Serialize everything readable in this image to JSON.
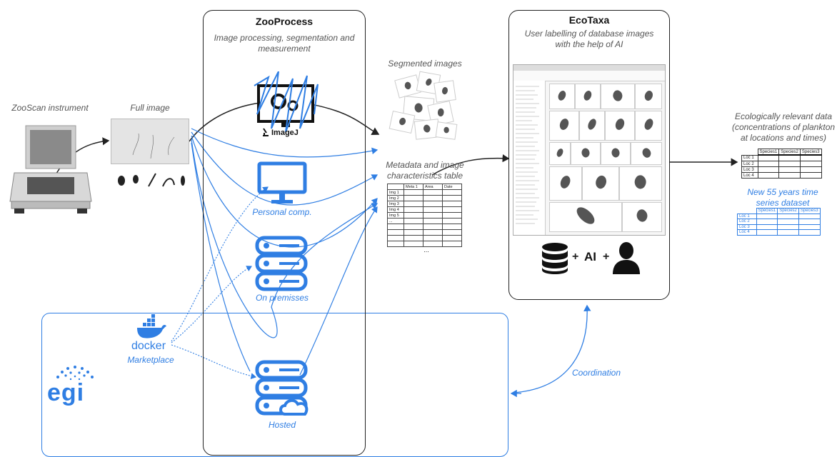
{
  "zoo_process": {
    "title": "ZooProcess",
    "subtitle": "Image processing, segmentation and measurement",
    "imagej_label": "ImageJ",
    "personal_label": "Personal comp.",
    "premises_label": "On premisses",
    "hosted_label": "Hosted"
  },
  "instrument": {
    "label": "ZooScan instrument"
  },
  "full_image": {
    "label": "Full image"
  },
  "segmented": {
    "label": "Segmented images"
  },
  "metadata": {
    "label": "Metadata and image characteristics table",
    "headers": [
      "",
      "Meta 1",
      "Area",
      "Date"
    ],
    "rows": [
      "Img 1",
      "Img 2",
      "Img 3",
      "Img 4",
      "Img 5",
      "...",
      "",
      "",
      "",
      ""
    ],
    "ellipsis": "..."
  },
  "ecotaxa": {
    "title": "EcoTaxa",
    "subtitle": "User labelling of database images with the help of AI",
    "ai_label": "AI",
    "plus": "+"
  },
  "result": {
    "label": "Ecologically relevant data (concentrations of plankton at locations and times)",
    "headers": [
      "",
      "Species1",
      "Species2",
      "Species3"
    ],
    "rows": [
      "Loc 1",
      "Loc 2",
      "Loc 3",
      "Loc 4"
    ]
  },
  "new_dataset": {
    "label": "New 55 years time series dataset",
    "headers": [
      "",
      "Species1",
      "Species2",
      "Species3"
    ],
    "rows": [
      "Loc 1",
      "Loc 2",
      "Loc 3",
      "Loc 4"
    ]
  },
  "egi": {
    "logo": "egi",
    "docker": "docker",
    "marketplace": "Marketplace",
    "coordination": "Coordination"
  },
  "colors": {
    "accent": "#2f7ee3",
    "ink": "#222222"
  }
}
